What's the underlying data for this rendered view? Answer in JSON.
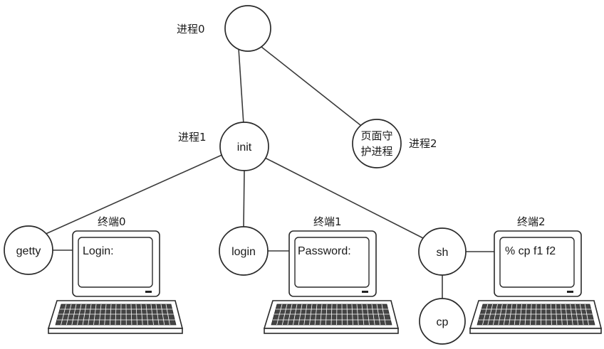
{
  "processes": [
    {
      "id": "process0",
      "label": "进程0",
      "text": ""
    },
    {
      "id": "init",
      "label": "进程1",
      "text": "init"
    },
    {
      "id": "pagedaemon",
      "label": "进程2",
      "text_lines": [
        "页面守",
        "护进程"
      ]
    },
    {
      "id": "getty",
      "text": "getty"
    },
    {
      "id": "login",
      "text": "login"
    },
    {
      "id": "sh",
      "text": "sh"
    },
    {
      "id": "cp",
      "text": "cp"
    }
  ],
  "edges": [
    [
      "process0",
      "init"
    ],
    [
      "process0",
      "pagedaemon"
    ],
    [
      "init",
      "getty"
    ],
    [
      "init",
      "login"
    ],
    [
      "init",
      "sh"
    ],
    [
      "sh",
      "cp"
    ],
    [
      "getty",
      "terminal0"
    ],
    [
      "login",
      "terminal1"
    ],
    [
      "sh",
      "terminal2"
    ]
  ],
  "terminals": [
    {
      "id": "terminal0",
      "label": "终端0",
      "screen_text": "Login:"
    },
    {
      "id": "terminal1",
      "label": "终端1",
      "screen_text": "Password:"
    },
    {
      "id": "terminal2",
      "label": "终端2",
      "screen_text": "% cp f1 f2"
    }
  ],
  "colors": {
    "line": "#3a3a3a",
    "node_fill": "#ffffff",
    "text": "#1a1a1a"
  }
}
